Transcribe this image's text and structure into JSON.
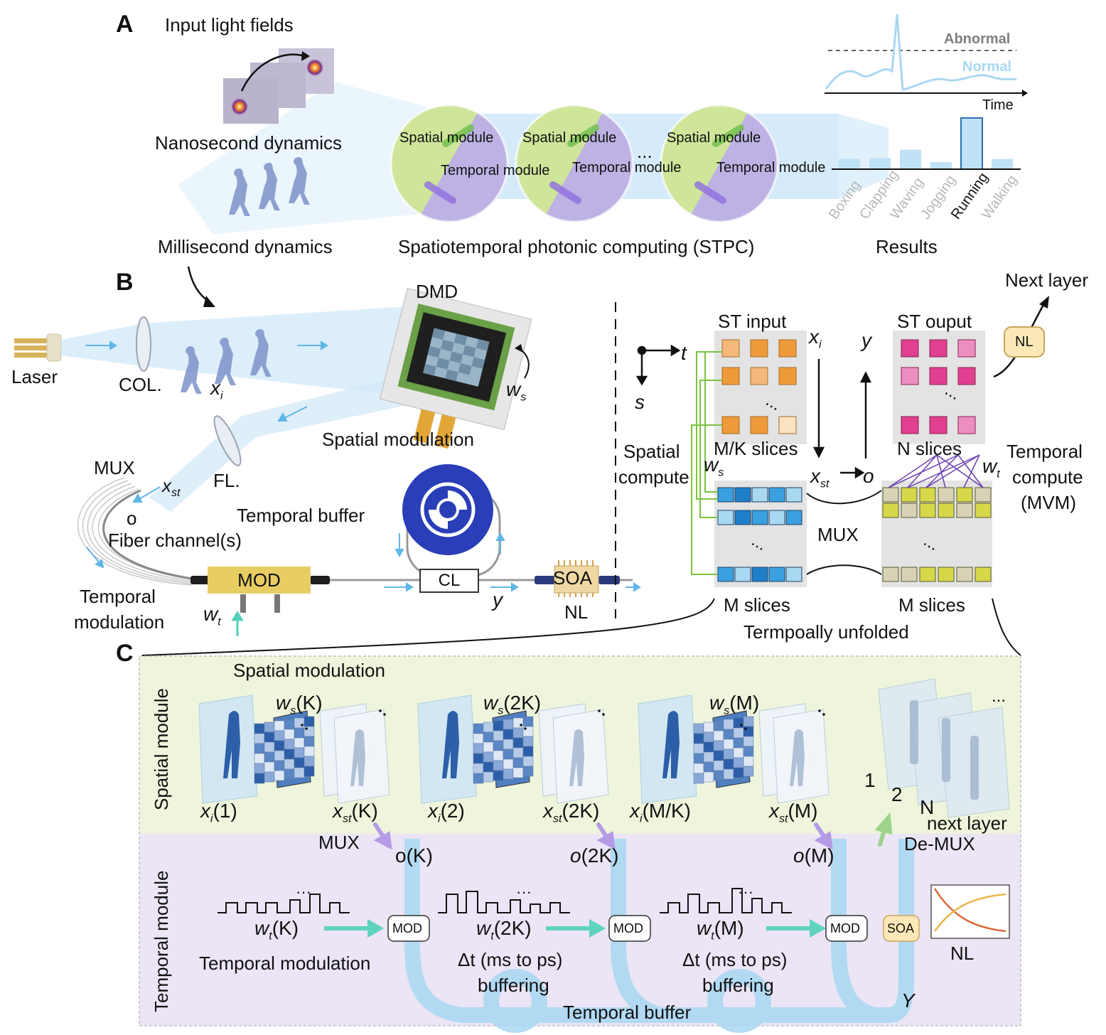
{
  "panel_a": {
    "letter": "A",
    "input_title": "Input light fields",
    "nanosecond": "Nanosecond dynamics",
    "millisecond": "Millisecond dynamics",
    "stpc_title": "Spatiotemporal photonic computing (STPC)",
    "module_spatial": "Spatial module",
    "module_temporal": "Temporal module",
    "ellipsis": "...",
    "results_title": "Results",
    "abnormal": "Abnormal",
    "normal": "Normal",
    "time_label": "Time",
    "categories": [
      "Boxing",
      "Clapping",
      "Waving",
      "Jogging",
      "Running",
      "Walking"
    ],
    "highlighted_category": "Running"
  },
  "panel_b": {
    "letter": "B",
    "laser": "Laser",
    "col": "COL.",
    "xi": "x",
    "xi_sub": "i",
    "dmd": "DMD",
    "ws": "w",
    "ws_sub": "s",
    "spatial_modulation": "Spatial modulation",
    "mux": "MUX",
    "fl": "FL.",
    "xst": "x",
    "xst_sub": "st",
    "o": "o",
    "fiber_channels": "Fiber channel(s)",
    "temporal_buffer": "Temporal buffer",
    "temporal_modulation": "Temporal modulation",
    "mod": "MOD",
    "wt": "w",
    "wt_sub": "t",
    "cl": "CL",
    "y": "y",
    "soa": "SOA",
    "nl": "NL",
    "right": {
      "t_axis": "t",
      "s_axis": "s",
      "st_input": "ST input",
      "st_output": "ST ouput",
      "next_layer": "Next layer",
      "nl_box": "NL",
      "mk_slices": "M/K slices",
      "n_slices": "N slices",
      "spatial_compute": "Spatial compute",
      "temporal_compute": "Temporal compute (MVM)",
      "mux": "MUX",
      "m_slices_left": "M slices",
      "m_slices_right": "M slices",
      "unfolded": "Termpoally unfolded",
      "x_label": "x",
      "x_sub": "i",
      "xst_label": "x",
      "xst_sub": "st",
      "o_label": "o",
      "y_label": "y",
      "ws_label": "w",
      "ws_sub": "s",
      "wt_label": "w",
      "wt_sub": "t",
      "dots": "..."
    }
  },
  "panel_c": {
    "letter": "C",
    "spatial_module": "Spatial module",
    "temporal_module": "Temporal module",
    "spatial_modulation": "Spatial modulation",
    "groups": [
      {
        "ws": "(K)",
        "xi": "(1)",
        "xst": "(K)",
        "o": "o(K)",
        "wt": "(K)"
      },
      {
        "ws": "(2K)",
        "xi": "(2)",
        "xst": "(2K)",
        "o": "o(2K)",
        "wt": "(2K)"
      },
      {
        "ws": "(M)",
        "xi": "(M/K)",
        "xst": "(M)",
        "o": "o(M)",
        "wt": "(M)"
      }
    ],
    "mux": "MUX",
    "mod": "MOD",
    "soa": "SOA",
    "nl": "NL",
    "temporal_modulation": "Temporal modulation",
    "buffering_top": "Δt (ms to ps)",
    "buffering_bottom": "buffering",
    "temporal_buffer": "Temporal buffer",
    "y_label": "Y",
    "next_layer": "next layer",
    "demux": "De-MUX",
    "stack_1": "1",
    "stack_2": "2",
    "stack_n": "N",
    "dots": "..."
  },
  "colors": {
    "spatial_green": "#eaf4d6",
    "temporal_purple": "#e7e1f4",
    "light_blue": "#a9d8f2",
    "mod_yellow": "#e8cd63",
    "orange": "#ef9a3a",
    "magenta": "#e0408f",
    "cyan_grid": "#3aa0e0",
    "yellow_grid": "#d6d84a",
    "dark_blue_disc": "#2a3eb8"
  }
}
